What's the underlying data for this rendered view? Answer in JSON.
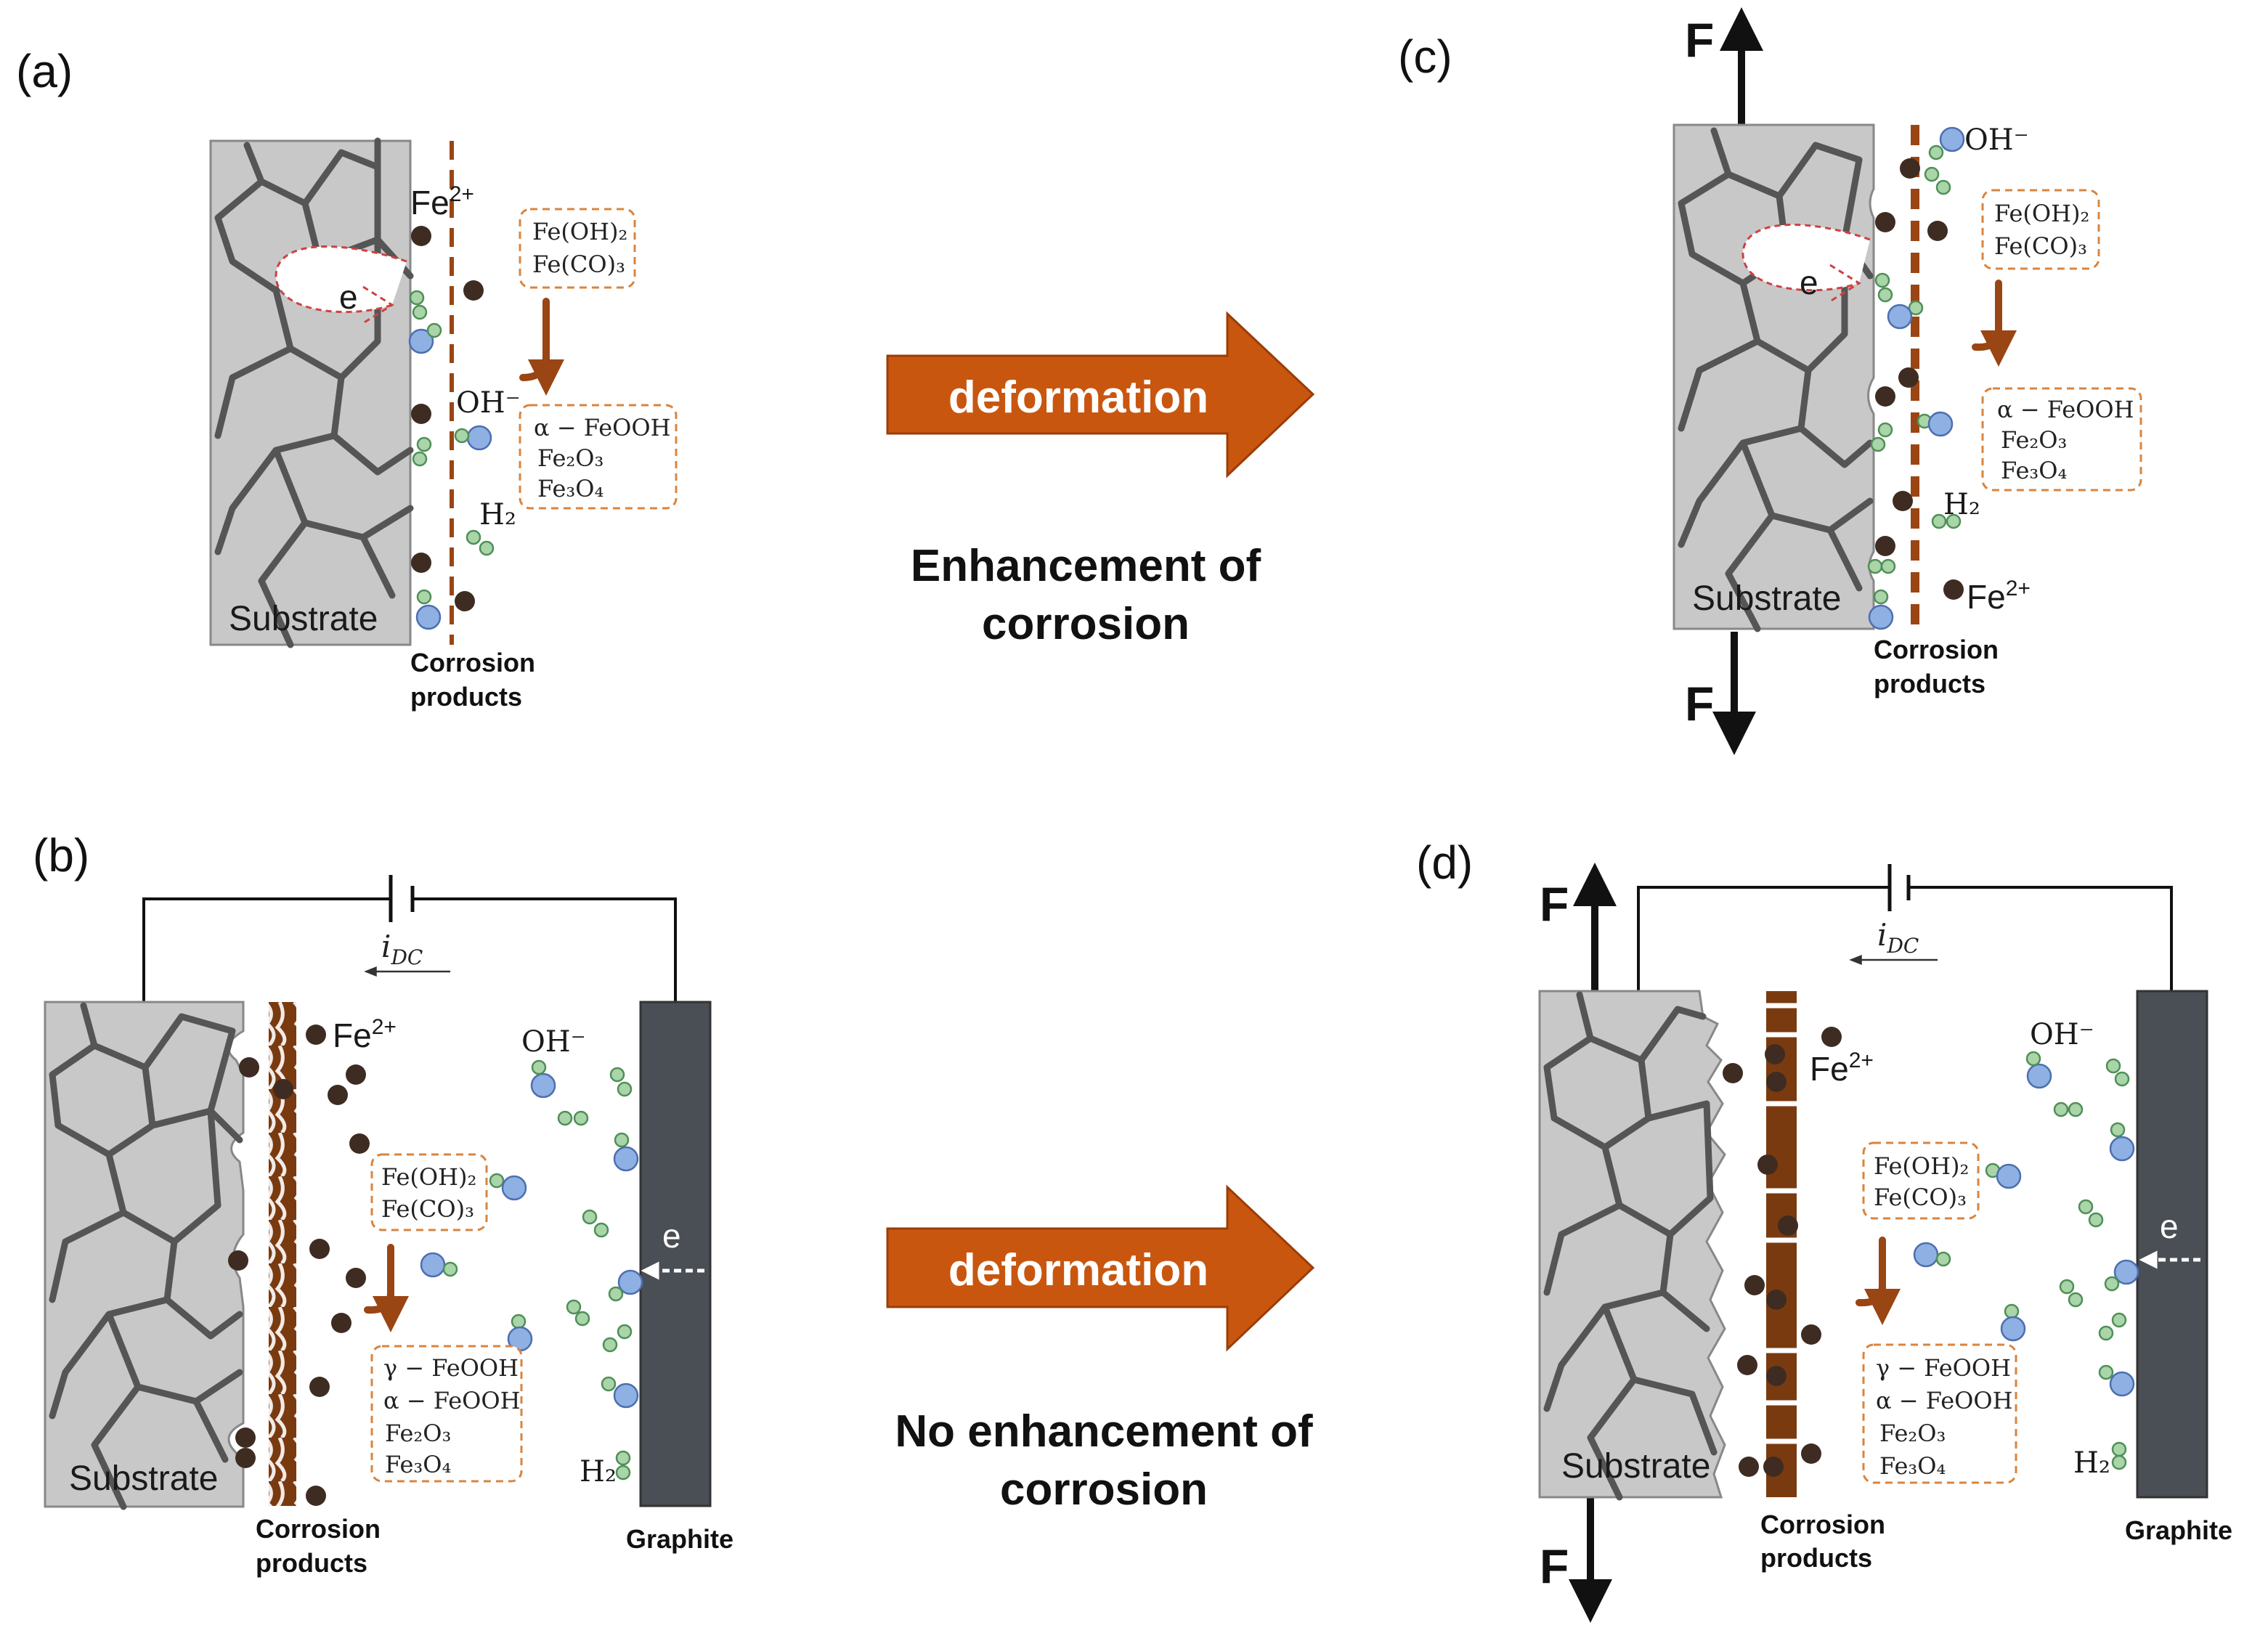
{
  "panels": {
    "a": {
      "label": "(a)",
      "fe_ion": "Fe",
      "fe_ion_sup": "2+",
      "e": "e",
      "oh": "OH⁻",
      "h2": "H₂",
      "substrate": "Substrate",
      "products_line1": "Corrosion",
      "products_line2": "products",
      "box1": [
        "Fe(OH)₂",
        "Fe(CO)₃"
      ],
      "box2": [
        "α − FeOOH",
        "Fe₂O₃",
        "Fe₃O₄"
      ]
    },
    "b": {
      "label": "(b)",
      "fe_ion": "Fe",
      "fe_ion_sup": "2+",
      "e": "e",
      "oh": "OH⁻",
      "h2": "H₂",
      "substrate": "Substrate",
      "products_line1": "Corrosion",
      "products_line2": "products",
      "graphite": "Graphite",
      "current": "i",
      "current_sub": "DC",
      "box1": [
        "Fe(OH)₂",
        "Fe(CO)₃"
      ],
      "box2": [
        "γ − FeOOH",
        "α − FeOOH",
        "Fe₂O₃",
        "Fe₃O₄"
      ]
    },
    "c": {
      "label": "(c)",
      "fe_ion": "Fe",
      "fe_ion_sup": "2+",
      "e": "e",
      "oh": "OH⁻",
      "h2": "H₂",
      "substrate": "Substrate",
      "products_line1": "Corrosion",
      "products_line2": "products",
      "force_top": "F",
      "force_bottom": "F",
      "box1": [
        "Fe(OH)₂",
        "Fe(CO)₃"
      ],
      "box2": [
        "α − FeOOH",
        "Fe₂O₃",
        "Fe₃O₄"
      ]
    },
    "d": {
      "label": "(d)",
      "fe_ion": "Fe",
      "fe_ion_sup": "2+",
      "e": "e",
      "oh": "OH⁻",
      "h2": "H₂",
      "substrate": "Substrate",
      "products_line1": "Corrosion",
      "products_line2": "products",
      "graphite": "Graphite",
      "current": "i",
      "current_sub": "DC",
      "force_top": "F",
      "force_bottom": "F",
      "box1": [
        "Fe(OH)₂",
        "Fe(CO)₃"
      ],
      "box2": [
        "γ − FeOOH",
        "α − FeOOH",
        "Fe₂O₃",
        "Fe₃O₄"
      ]
    }
  },
  "arrows": {
    "top": {
      "label": "deformation",
      "caption_line1": "Enhancement of",
      "caption_line2": "corrosion"
    },
    "bottom": {
      "label": "deformation",
      "caption_line1": "No enhancement of",
      "caption_line2": "corrosion"
    }
  },
  "colors": {
    "arrow_fill": "#c9560f",
    "substrate": "#c8c8c8",
    "grain_boundary": "#555555",
    "graphite": "#4a4e55",
    "products": "#7a3a10",
    "fe_ion": "#3e2c22",
    "oh_ion": "#8fb0e3",
    "h_atom": "#a9d5a9"
  }
}
